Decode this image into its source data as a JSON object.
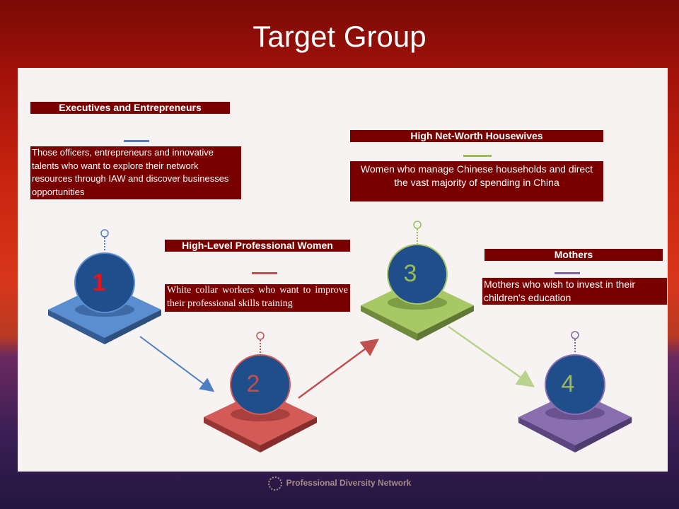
{
  "slide": {
    "title": "Target Group",
    "footer": "Professional Diversity Network"
  },
  "groups": [
    {
      "number": "1",
      "heading": "Executives and Entrepreneurs",
      "description": "Those officers, entrepreneurs and innovative talents who want to explore their network resources through IAW and discover businesses opportunities",
      "color": "#4f7fc1"
    },
    {
      "number": "2",
      "heading": "High-Level Professional Women",
      "description": "White collar workers who want to improve their professional skills training",
      "color": "#c0504d"
    },
    {
      "number": "3",
      "heading": "High Net-Worth Housewives",
      "description": "Women who manage Chinese households and direct the vast majority of spending in China",
      "color": "#9bbb59"
    },
    {
      "number": "4",
      "heading": "Mothers",
      "description": "Mothers who wish to invest in their children's education",
      "color": "#8064a2"
    }
  ],
  "icons": [
    "connector-circle-icon",
    "arrow-icon",
    "network-logo-icon"
  ]
}
